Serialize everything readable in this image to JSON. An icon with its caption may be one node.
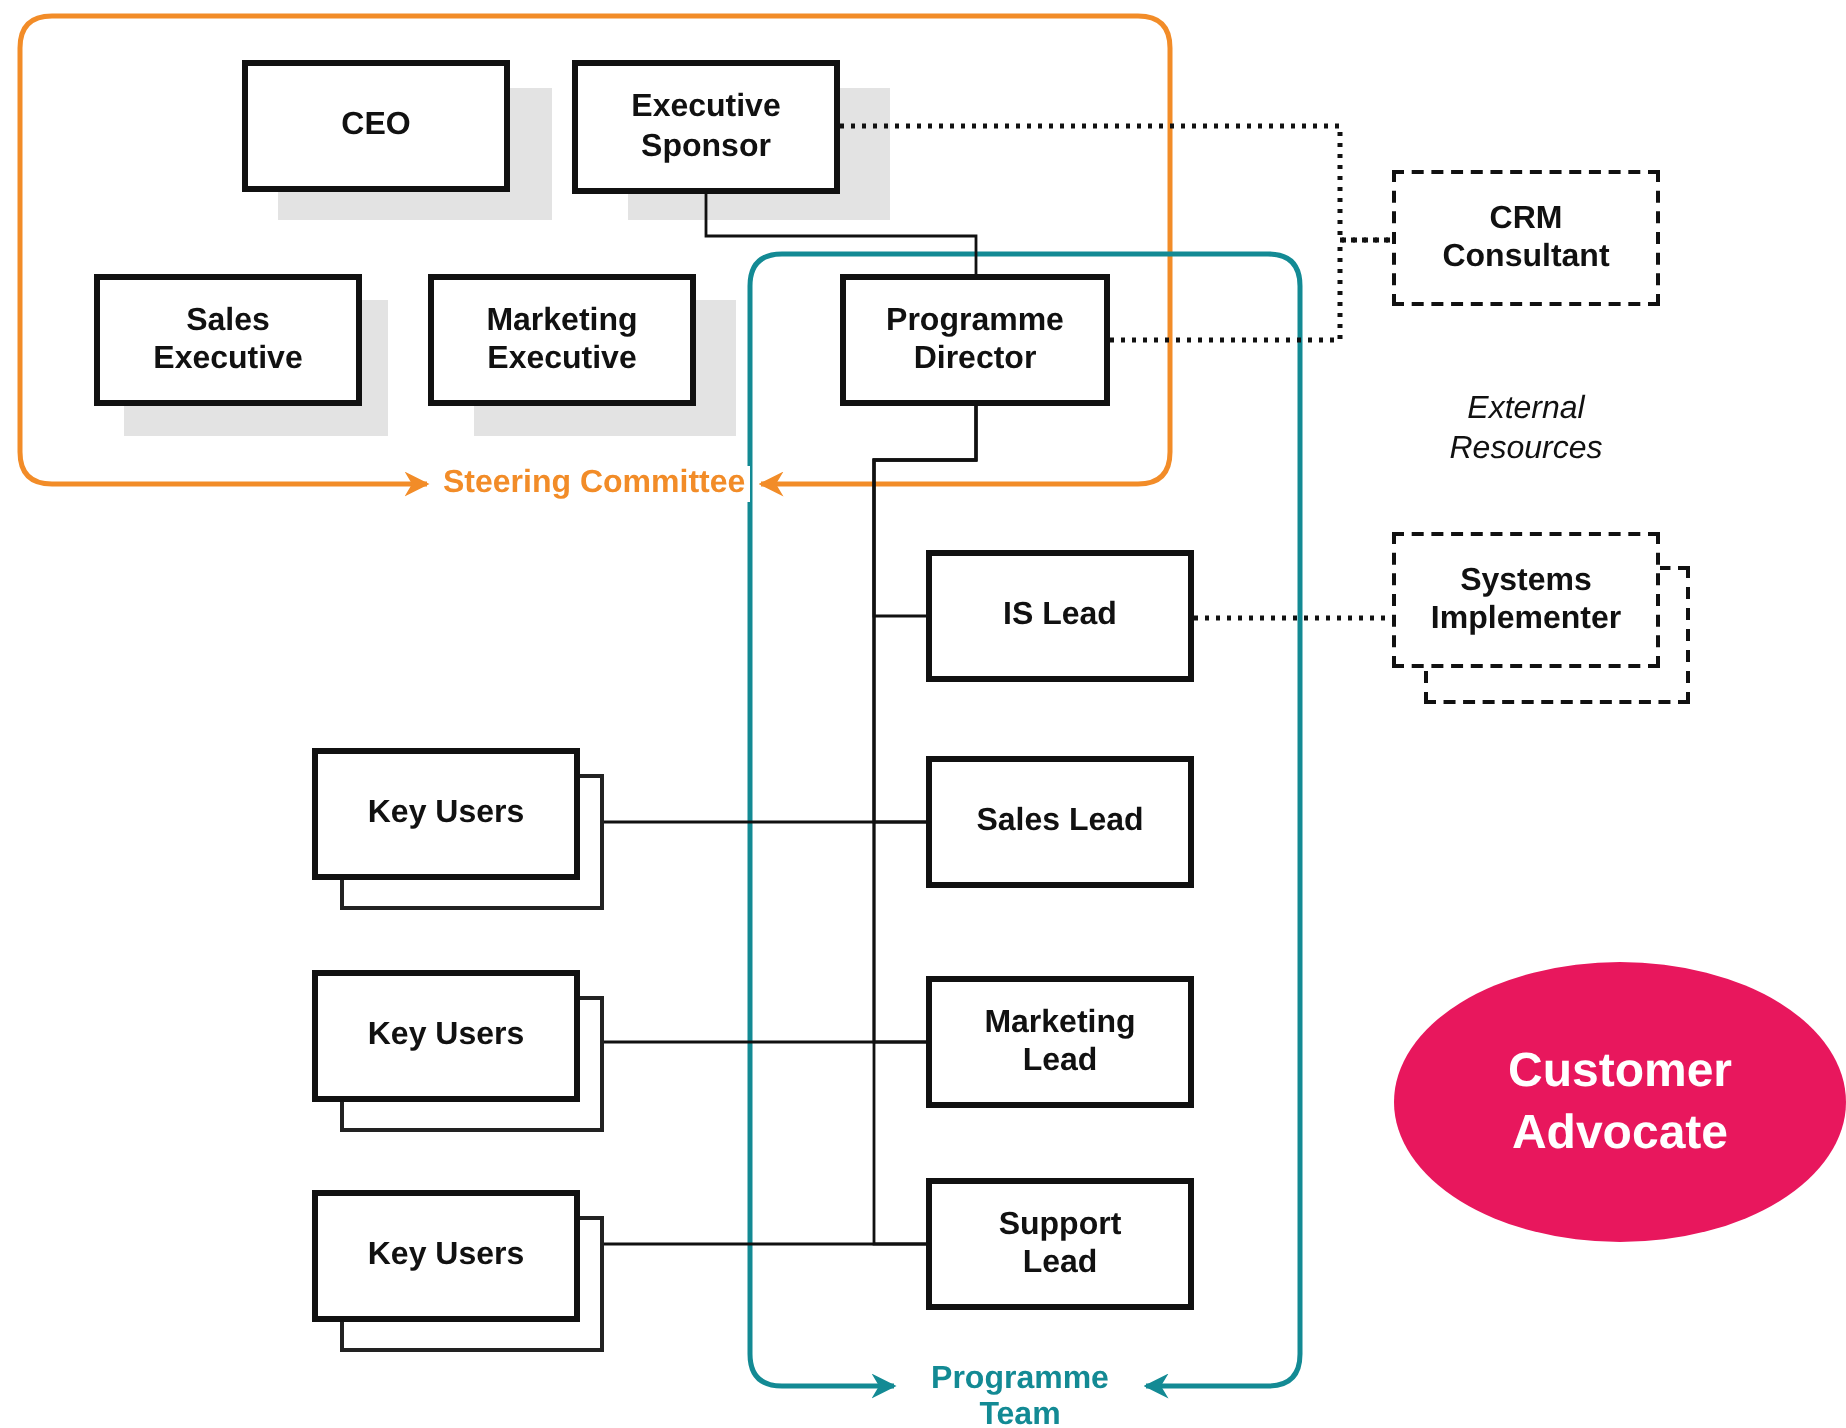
{
  "diagram": {
    "nodes": [
      {
        "text": [
          "Steering Committee"
        ]
      },
      {
        "text": [
          "CEO"
        ],
        "in": 0
      },
      {
        "text": [
          "Executive Sponsor"
        ],
        "in": 0
      },
      {
        "text": [
          "Sales Executive"
        ],
        "in": 0
      },
      {
        "text": [
          "Marketing Executive"
        ],
        "in": 0
      },
      {
        "text": [
          "Programme Director"
        ]
      },
      {
        "text": [
          "CRM Consultant"
        ]
      },
      {
        "text": [
          "Programme Team"
        ]
      },
      {
        "text": [
          "IS Lead"
        ],
        "in": 7
      },
      {
        "text": [
          "Systems Implementer"
        ]
      },
      {
        "text": [
          "Key Users"
        ]
      },
      {
        "text": [
          "Sales Lead"
        ],
        "in": 7
      },
      {
        "text": [
          "Key Users"
        ]
      },
      {
        "text": [
          "Marketing Lead"
        ],
        "in": 7
      },
      {
        "text": [
          "Key Users"
        ]
      },
      {
        "text": [
          "Support Lead"
        ],
        "in": 7
      },
      {
        "text": [
          "Customer Advocate"
        ]
      }
    ],
    "edges": [
      {
        "from": 2,
        "to": 5,
        "arrow": "none"
      },
      {
        "from": 2,
        "to": 6,
        "arrow": "none",
        "style": "dashed"
      },
      {
        "from": 5,
        "to": 6,
        "arrow": "none",
        "style": "dashed"
      },
      {
        "from": 5,
        "to": 8,
        "arrow": "none"
      },
      {
        "from": 5,
        "to": 11,
        "arrow": "none"
      },
      {
        "from": 5,
        "to": 13,
        "arrow": "none"
      },
      {
        "from": 5,
        "to": 15,
        "arrow": "none"
      },
      {
        "from": 8,
        "to": 9,
        "arrow": "none",
        "style": "dashed"
      },
      {
        "from": 10,
        "to": 11,
        "arrow": "none"
      },
      {
        "from": 12,
        "to": 13,
        "arrow": "none"
      },
      {
        "from": 14,
        "to": 15,
        "arrow": "none"
      }
    ],
    "labels": [
      "External Resources"
    ]
  }
}
